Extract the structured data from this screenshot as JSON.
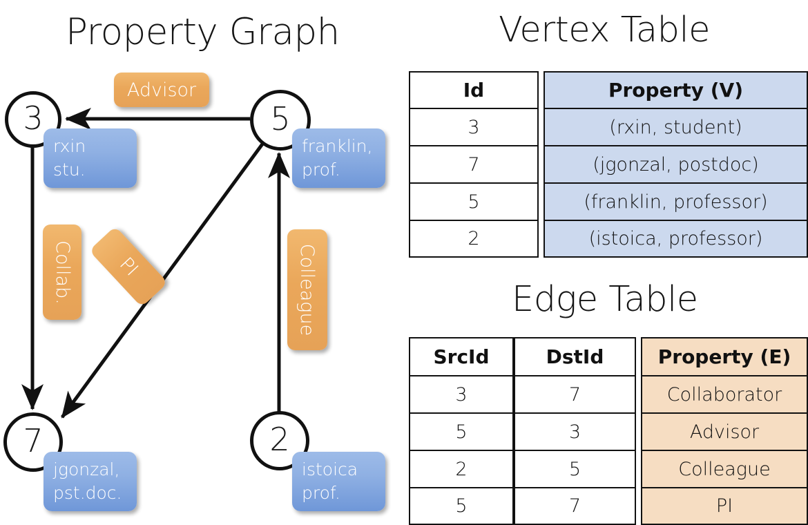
{
  "titles": {
    "graph": "Property Graph",
    "vertex_table": "Vertex Table",
    "edge_table": "Edge Table"
  },
  "graph": {
    "nodes": [
      {
        "id": "3",
        "property_lines": [
          "rxin",
          "stu."
        ]
      },
      {
        "id": "5",
        "property_lines": [
          "franklin,",
          "prof."
        ]
      },
      {
        "id": "7",
        "property_lines": [
          "jgonzal,",
          "pst.doc."
        ]
      },
      {
        "id": "2",
        "property_lines": [
          "istoica",
          "prof."
        ]
      }
    ],
    "edge_labels": [
      {
        "label": "Advisor",
        "from": "5",
        "to": "3"
      },
      {
        "label": "Collab.",
        "from": "3",
        "to": "7"
      },
      {
        "label": "PI",
        "from": "5",
        "to": "7"
      },
      {
        "label": "Colleague",
        "from": "2",
        "to": "5"
      }
    ]
  },
  "vertex_table": {
    "headers": [
      "Id",
      "Property (V)"
    ],
    "rows": [
      {
        "id": "3",
        "property": "(rxin, student)"
      },
      {
        "id": "7",
        "property": "(jgonzal, postdoc)"
      },
      {
        "id": "5",
        "property": "(franklin, professor)"
      },
      {
        "id": "2",
        "property": "(istoica, professor)"
      }
    ]
  },
  "edge_table": {
    "headers": [
      "SrcId",
      "DstId",
      "Property (E)"
    ],
    "rows": [
      {
        "src": "3",
        "dst": "7",
        "property": "Collaborator"
      },
      {
        "src": "5",
        "dst": "3",
        "property": "Advisor"
      },
      {
        "src": "2",
        "dst": "5",
        "property": "Colleague"
      },
      {
        "src": "5",
        "dst": "7",
        "property": "PI"
      }
    ]
  },
  "colors": {
    "vertex_box": "#8fb0e3",
    "edge_box": "#eaa75a",
    "vertex_table_fill": "#ccd9ee",
    "edge_table_fill": "#f6ddc2",
    "stroke": "#111111"
  }
}
